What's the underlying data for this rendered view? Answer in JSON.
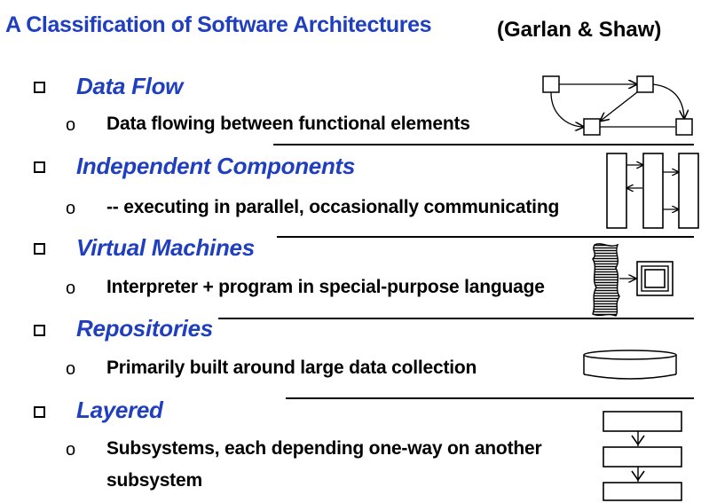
{
  "title": "A Classification of Software Architectures",
  "author": "(Garlan & Shaw)",
  "items": [
    {
      "heading": "Data Flow",
      "marker": "o",
      "description": "Data flowing between functional elements",
      "icon": "data-flow-diagram-icon"
    },
    {
      "heading": "Independent Components",
      "marker": "o",
      "description": "-- executing in parallel, occasionally communicating",
      "icon": "independent-components-diagram-icon"
    },
    {
      "heading": "Virtual Machines",
      "marker": "o",
      "description": "Interpreter + program in special-purpose language",
      "icon": "virtual-machine-diagram-icon"
    },
    {
      "heading": "Repositories",
      "marker": "o",
      "description": "Primarily built around large data collection",
      "icon": "repository-cylinder-icon"
    },
    {
      "heading": "Layered",
      "marker": "o",
      "description": "Subsystems, each  depending one-way on another",
      "description2": "subsystem",
      "icon": "layered-stack-diagram-icon"
    }
  ],
  "colors": {
    "heading": "#1f3fbf",
    "text": "#000000"
  }
}
